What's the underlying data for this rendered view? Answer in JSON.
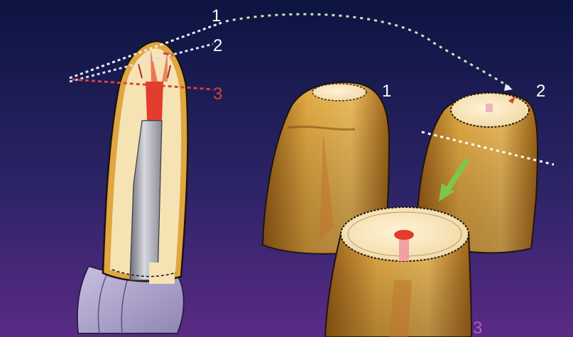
{
  "colors": {
    "background_top": "#0c1440",
    "background_bottom": "#5a2a86",
    "dentin": "#f6e3b4",
    "enamel_gold": "#e2a73a",
    "pulp_red": "#e23d2c",
    "post_gray": "#a8a8b4",
    "root_lilac": "#a79dc6",
    "arrow_green": "#7ec64a",
    "white_label": "#ffffff",
    "red_label": "#d8423b",
    "purple_label": "#b85cc8"
  },
  "labels": {
    "line1": "1",
    "line2": "2",
    "line3": "3",
    "stump1": "1",
    "stump2": "2",
    "stump3": "3"
  },
  "icons": [
    "down-left-arrow-icon"
  ]
}
